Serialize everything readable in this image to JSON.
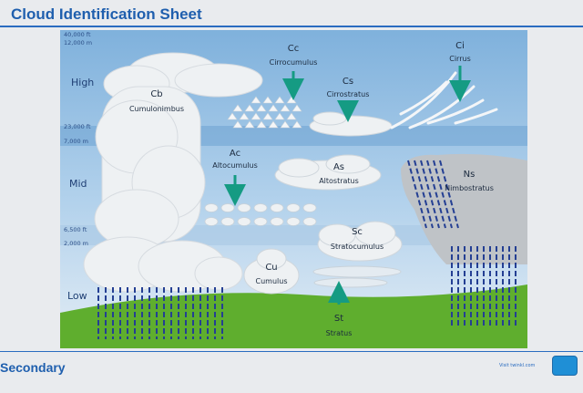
{
  "sheet": {
    "title": "Cloud Identification Sheet",
    "footer_label": "Secondary",
    "footer_link": "Visit twinkl.com"
  },
  "diagram": {
    "altitudes": {
      "top_ft": "40,000 ft",
      "top_m": "12,000 m",
      "high_low_ft": "23,000 ft",
      "high_low_m": "7,000 m",
      "mid_low_ft": "6,500 ft",
      "mid_low_m": "2,000 m"
    },
    "levels": {
      "high": "High",
      "mid": "Mid",
      "low": "Low"
    },
    "clouds": {
      "cb": {
        "abbr": "Cb",
        "name": "Cumulonimbus"
      },
      "cc": {
        "abbr": "Cc",
        "name": "Cirrocumulus"
      },
      "cs": {
        "abbr": "Cs",
        "name": "Cirrostratus"
      },
      "ci": {
        "abbr": "Ci",
        "name": "Cirrus"
      },
      "ac": {
        "abbr": "Ac",
        "name": "Altocumulus"
      },
      "as": {
        "abbr": "As",
        "name": "Altostratus"
      },
      "ns": {
        "abbr": "Ns",
        "name": "Nimbostratus"
      },
      "sc": {
        "abbr": "Sc",
        "name": "Stratocumulus"
      },
      "cu": {
        "abbr": "Cu",
        "name": "Cumulus"
      },
      "st": {
        "abbr": "St",
        "name": "Stratus"
      }
    },
    "colors": {
      "sky_high": "#7fb1dc",
      "sky_low": "#d7e6f3",
      "band": "#6ea3d1",
      "ground": "#5fae2e",
      "rain": "#243f93",
      "arrow": "#159b83",
      "cloud": "#eef1f3",
      "nimbostratus": "#bfc3c7"
    }
  }
}
